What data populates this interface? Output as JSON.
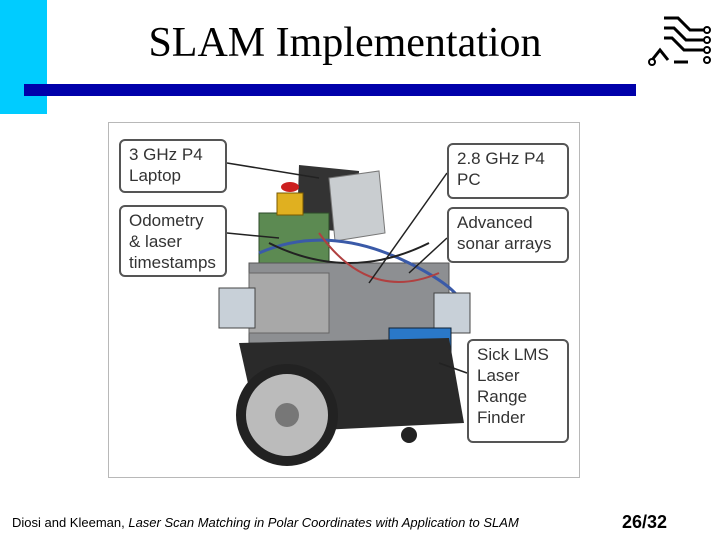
{
  "slide": {
    "title": "SLAM Implementation",
    "accent_color": "#00ccff",
    "bar_color": "#0000aa"
  },
  "figure": {
    "callouts": [
      {
        "id": "laptop",
        "text": "3 GHz P4\nLaptop"
      },
      {
        "id": "odometry",
        "text": "Odometry\n& laser\ntimestamps"
      },
      {
        "id": "pc",
        "text": "2.8 GHz P4\nPC"
      },
      {
        "id": "sonar",
        "text": "Advanced\nsonar arrays"
      },
      {
        "id": "laser",
        "text": "Sick LMS\nLaser\nRange\nFinder"
      }
    ]
  },
  "footer": {
    "authors": "Diosi and Kleeman, ",
    "paper_title": "Laser Scan Matching in Polar Coordinates with Application to SLAM",
    "page": "26/32"
  }
}
